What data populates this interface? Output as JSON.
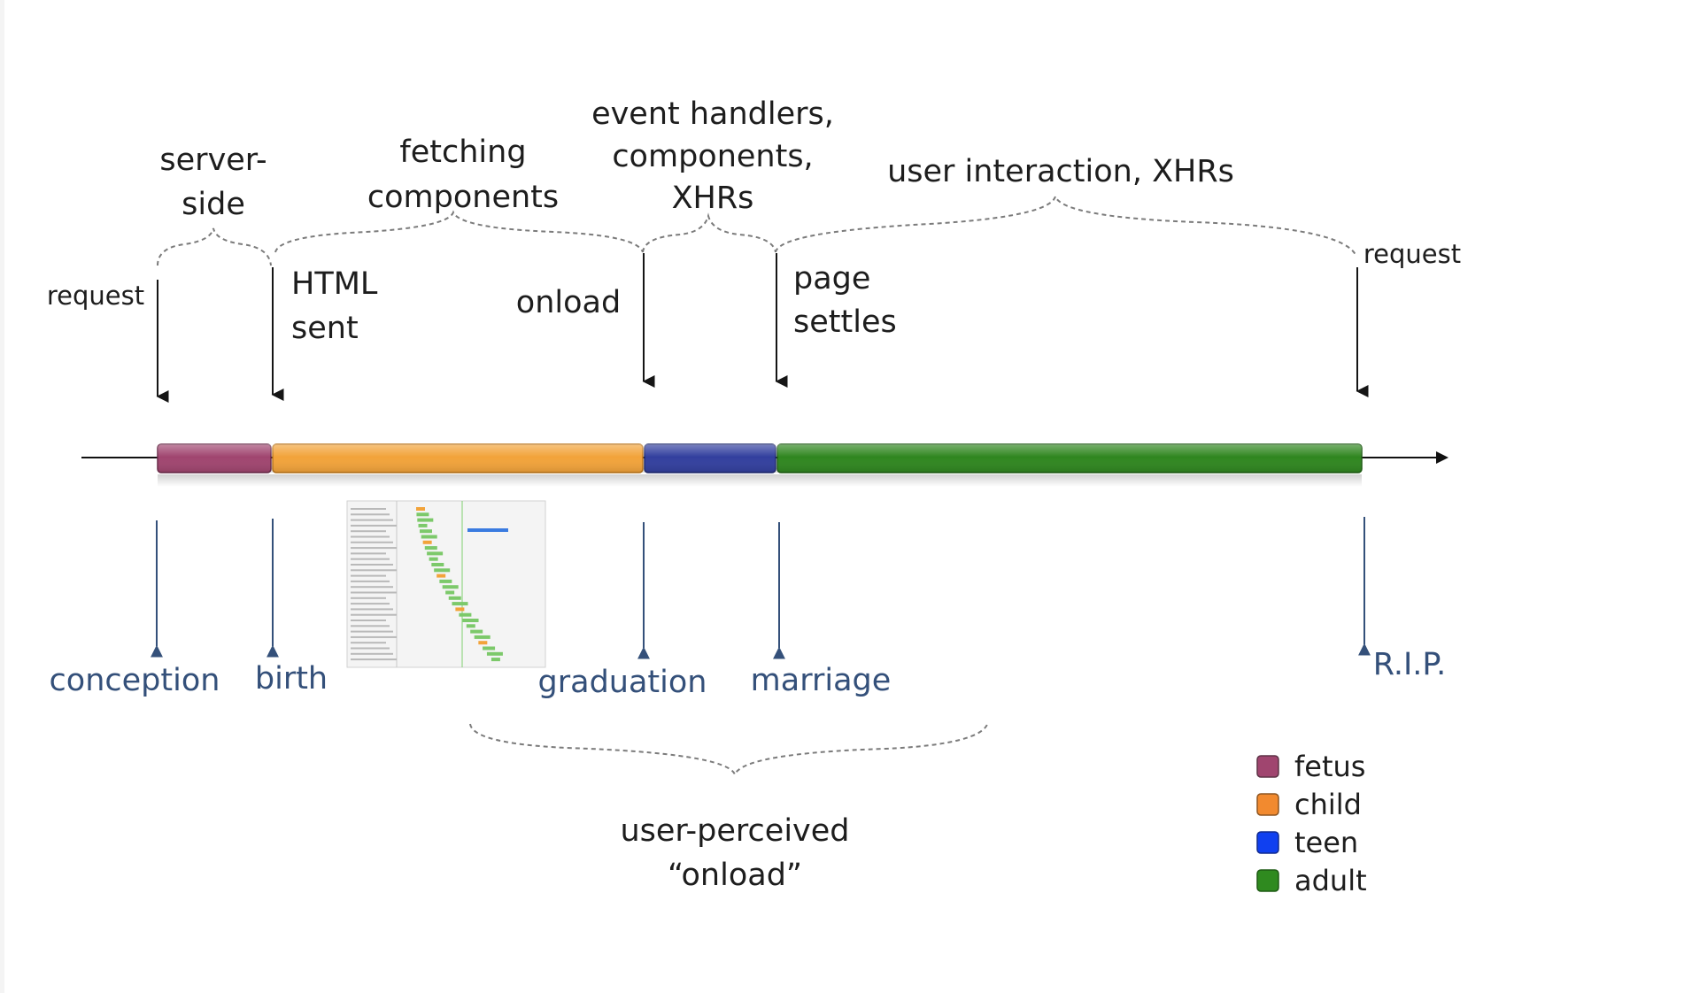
{
  "phase_labels": {
    "server_side": [
      "server-",
      "side"
    ],
    "fetching": [
      "fetching",
      "components"
    ],
    "event_handlers": [
      "event handlers,",
      "components,",
      "XHRs"
    ],
    "user_interaction": "user interaction, XHRs"
  },
  "event_labels": {
    "request": "request",
    "html_sent": [
      "HTML",
      "sent"
    ],
    "onload": "onload",
    "page_settles": [
      "page",
      "settles"
    ],
    "request_end": "request"
  },
  "life_labels": {
    "conception": "conception",
    "birth": "birth",
    "graduation": "graduation",
    "marriage": "marriage",
    "rip": "R.I.P."
  },
  "user_perceived": [
    "user-perceived",
    "“onload”"
  ],
  "colors": {
    "fetus": "#a0456f",
    "child": "#f2a33a",
    "teen": "#323f9e",
    "adult": "#2f861f",
    "legend_fetus": "#a0456f",
    "legend_child": "#f28a2f",
    "legend_teen": "#1040f0",
    "legend_adult": "#2f8a1f"
  },
  "legend": [
    {
      "label": "fetus",
      "color": "#a0456f"
    },
    {
      "label": "child",
      "color": "#f28a2f"
    },
    {
      "label": "teen",
      "color": "#1040f0"
    },
    {
      "label": "adult",
      "color": "#2f8a1f"
    }
  ],
  "icons": {
    "thumbnail": "waterfall-thumbnail-icon"
  }
}
